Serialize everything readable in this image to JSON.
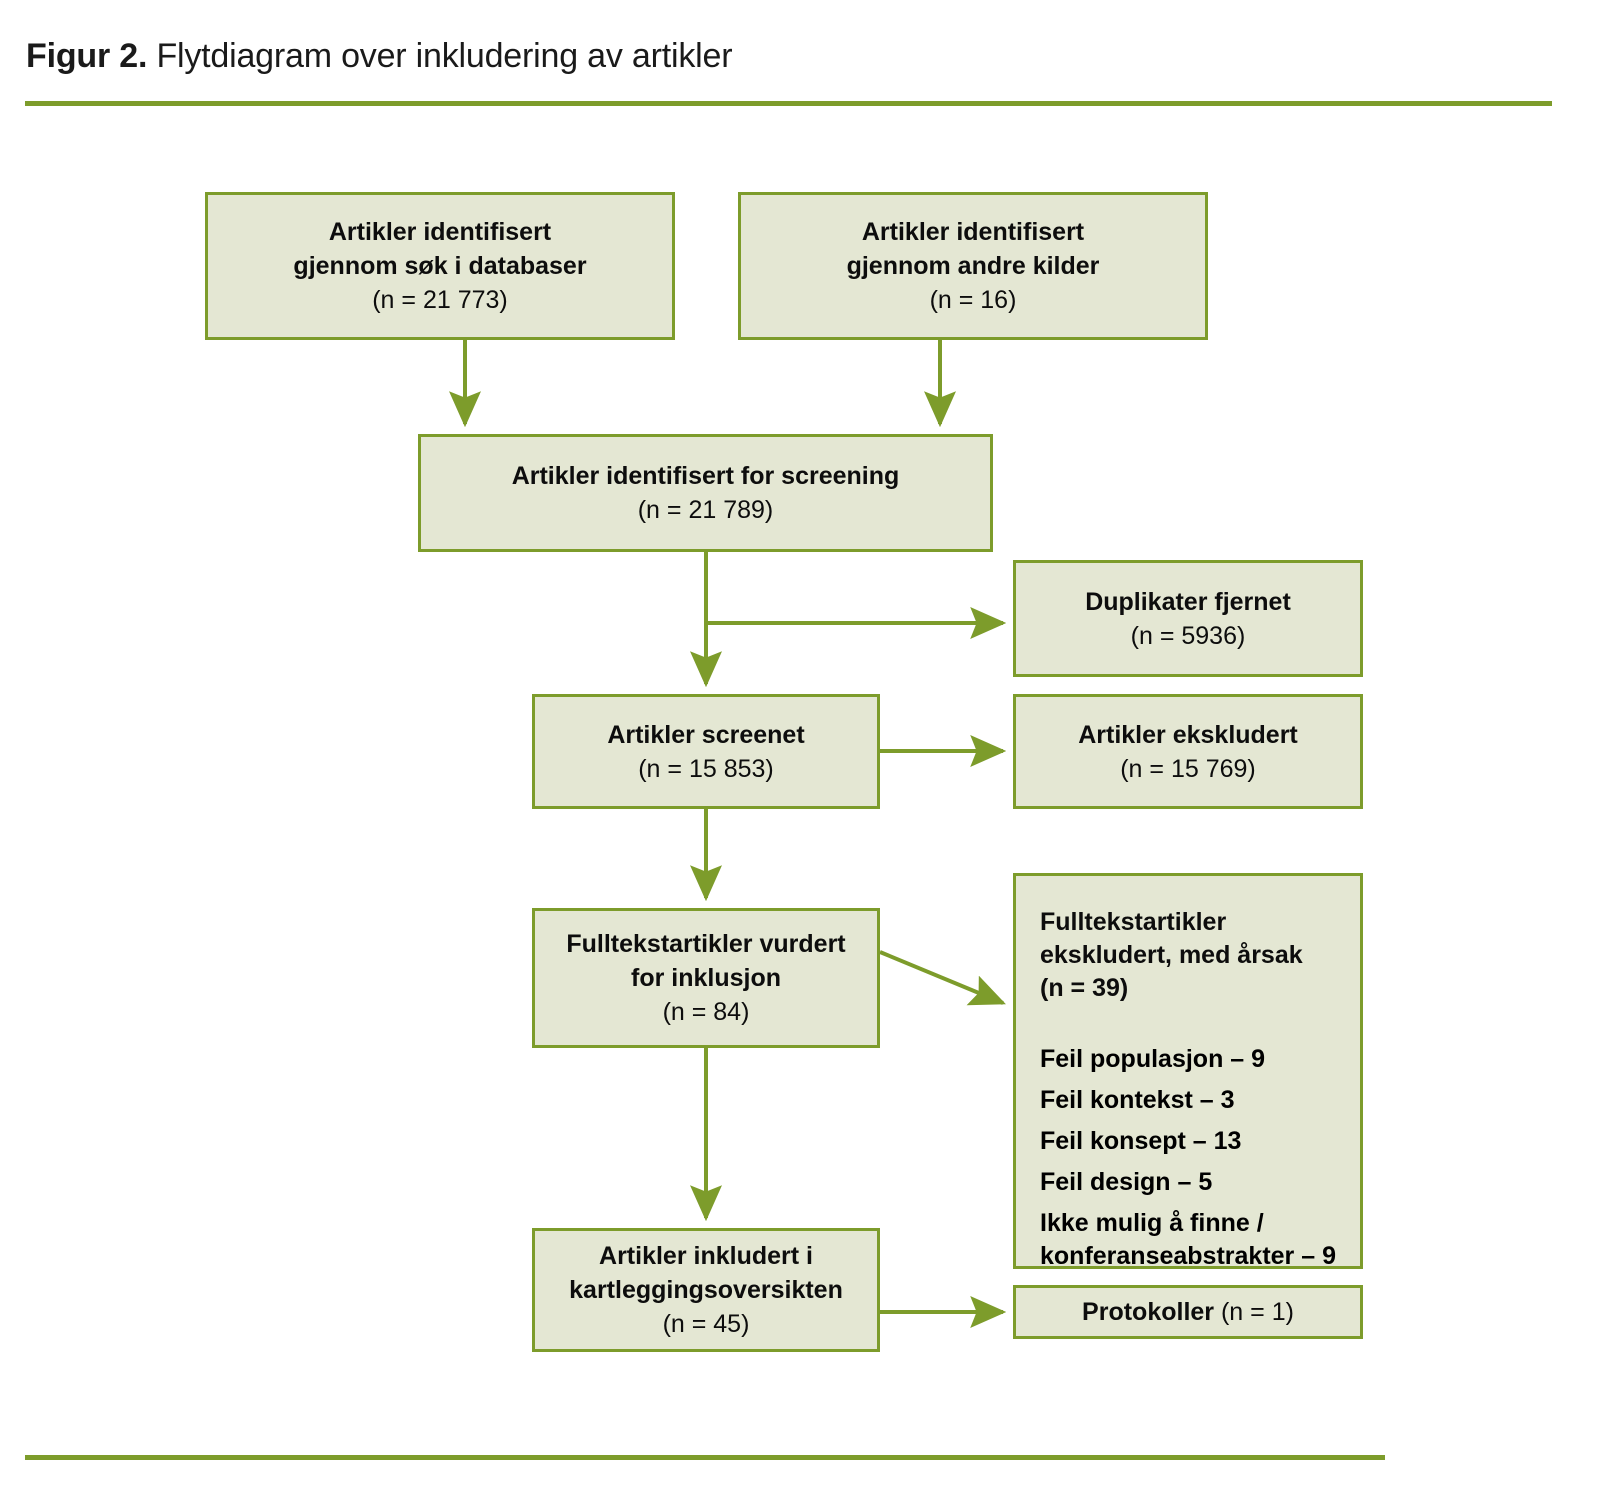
{
  "figure": {
    "label": "Figur 2.",
    "caption": "Flytdiagram over inkludering av artikler"
  },
  "colors": {
    "box_fill": "#E4E7D3",
    "box_border": "#7D9C2B",
    "rule": "#7D9C2B",
    "text": "#0D0D0D"
  },
  "chart_data": {
    "type": "diagram",
    "title": "Figur 2. Flytdiagram over inkludering av artikler",
    "nodes": [
      {
        "id": "db-search",
        "title": "Artikler identifisert",
        "title2": "gjennom søk i databaser",
        "count": "(n = 21 773)",
        "n": 21773
      },
      {
        "id": "other-sources",
        "title": "Artikler identifisert",
        "title2": "gjennom andre kilder",
        "count": "(n = 16)",
        "n": 16
      },
      {
        "id": "screening-id",
        "title": "Artikler identifisert for screening",
        "count": "(n = 21 789)",
        "n": 21789
      },
      {
        "id": "duplicates",
        "title": "Duplikater fjernet",
        "count": "(n = 5936)",
        "n": 5936
      },
      {
        "id": "screened",
        "title": "Artikler screenet",
        "count": "(n = 15 853)",
        "n": 15853
      },
      {
        "id": "excluded",
        "title": "Artikler ekskludert",
        "count": "(n = 15 769)",
        "n": 15769
      },
      {
        "id": "fulltext",
        "title": "Fulltekstartikler vurdert",
        "title2": "for inklusjon",
        "count": "(n = 84)",
        "n": 84
      },
      {
        "id": "excluded-reasons",
        "title": "Fulltekstartikler",
        "title2": "ekskludert, med årsak",
        "count": "(n = 39)",
        "n": 39
      },
      {
        "id": "included",
        "title": "Artikler inkludert i",
        "title2": "kartleggingsoversikten",
        "count": "(n = 45)",
        "n": 45
      },
      {
        "id": "protocols",
        "title": "Protokoller",
        "count": "(n = 1)",
        "n": 1
      }
    ],
    "edges": [
      {
        "from": "db-search",
        "to": "screening-id",
        "style": "elbow-down"
      },
      {
        "from": "other-sources",
        "to": "screening-id",
        "style": "elbow-down"
      },
      {
        "from": "screening-id",
        "to": "screened",
        "style": "straight-down"
      },
      {
        "from": "screening-id",
        "to": "duplicates",
        "style": "branch-right"
      },
      {
        "from": "screened",
        "to": "excluded",
        "style": "straight-right"
      },
      {
        "from": "screened",
        "to": "fulltext",
        "style": "straight-down"
      },
      {
        "from": "fulltext",
        "to": "excluded-reasons",
        "style": "diagonal-right"
      },
      {
        "from": "fulltext",
        "to": "included",
        "style": "straight-down"
      },
      {
        "from": "included",
        "to": "protocols",
        "style": "straight-right"
      }
    ]
  },
  "nodes": {
    "db_search": {
      "line1": "Artikler identifisert",
      "line2": "gjennom søk i databaser",
      "count": "(n = 21 773)"
    },
    "other_sources": {
      "line1": "Artikler identifisert",
      "line2": "gjennom andre kilder",
      "count": "(n = 16)"
    },
    "screening_id": {
      "line1": "Artikler identifisert for screening",
      "count": "(n = 21 789)"
    },
    "duplicates": {
      "line1": "Duplikater fjernet",
      "count": "(n = 5936)"
    },
    "screened": {
      "line1": "Artikler screenet",
      "count": "(n = 15 853)"
    },
    "excluded": {
      "line1": "Artikler ekskludert",
      "count": "(n = 15 769)"
    },
    "fulltext": {
      "line1": "Fulltekstartikler vurdert",
      "line2": "for inklusjon",
      "count": "(n = 84)"
    },
    "excluded_reasons": {
      "line1": "Fulltekstartikler",
      "line2": "ekskludert, med årsak",
      "count": "(n = 39)",
      "reasons": [
        "Feil populasjon – 9",
        "Feil kontekst – 3",
        "Feil konsept – 13",
        "Feil design – 5",
        "Ikke mulig å finne /",
        "konferanseabstrakter – 9"
      ]
    },
    "included": {
      "line1": "Artikler inkludert i",
      "line2": "kartleggingsoversikten",
      "count": "(n = 45)"
    },
    "protocols": {
      "line1": "Protokoller",
      "count": "(n = 1)"
    }
  }
}
